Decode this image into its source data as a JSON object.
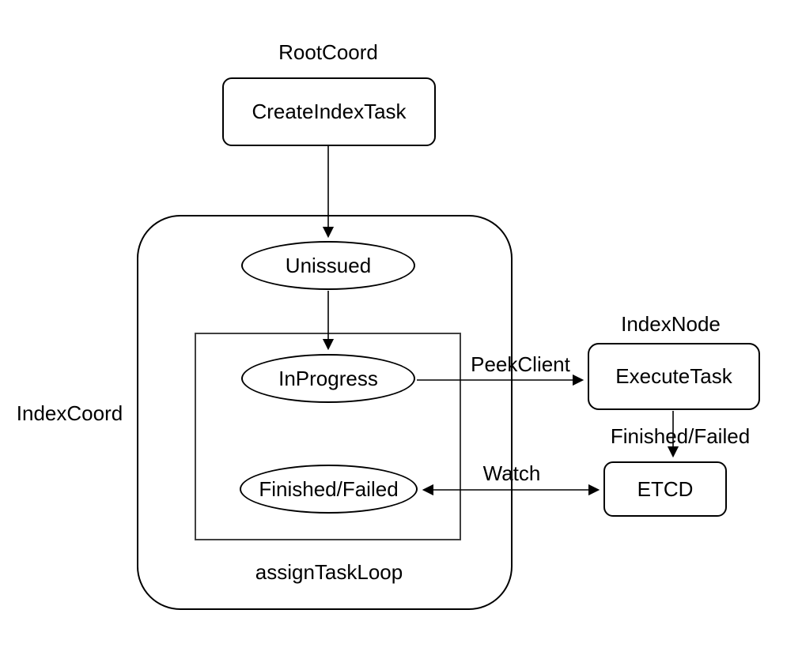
{
  "diagram": {
    "background_color": "#ffffff",
    "line_color": "#000000",
    "inner_rect_border_color": "#404040",
    "node_fill_color": "#ffffff",
    "text_color": "#000000",
    "labels": {
      "root_coord": "RootCoord",
      "index_coord": "IndexCoord",
      "index_node": "IndexNode",
      "assign_task_loop": "assignTaskLoop"
    },
    "nodes": {
      "create_index_task": "CreateIndexTask",
      "unissued": "Unissued",
      "in_progress": "InProgress",
      "finished_failed": "Finished/Failed",
      "execute_task": "ExecuteTask",
      "etcd": "ETCD"
    },
    "edge_labels": {
      "peek_client": "PeekClient",
      "finished_failed": "Finished/Failed",
      "watch": "Watch"
    },
    "edges": [
      {
        "from": "CreateIndexTask",
        "to": "Unissued",
        "label": "",
        "direction": "one-way"
      },
      {
        "from": "Unissued",
        "to": "InProgress",
        "label": "",
        "direction": "one-way"
      },
      {
        "from": "InProgress",
        "to": "ExecuteTask",
        "label": "PeekClient",
        "direction": "one-way"
      },
      {
        "from": "ExecuteTask",
        "to": "ETCD",
        "label": "Finished/Failed",
        "direction": "one-way"
      },
      {
        "from": "ETCD",
        "to": "Finished/Failed",
        "label": "Watch",
        "direction": "two-way"
      }
    ]
  }
}
